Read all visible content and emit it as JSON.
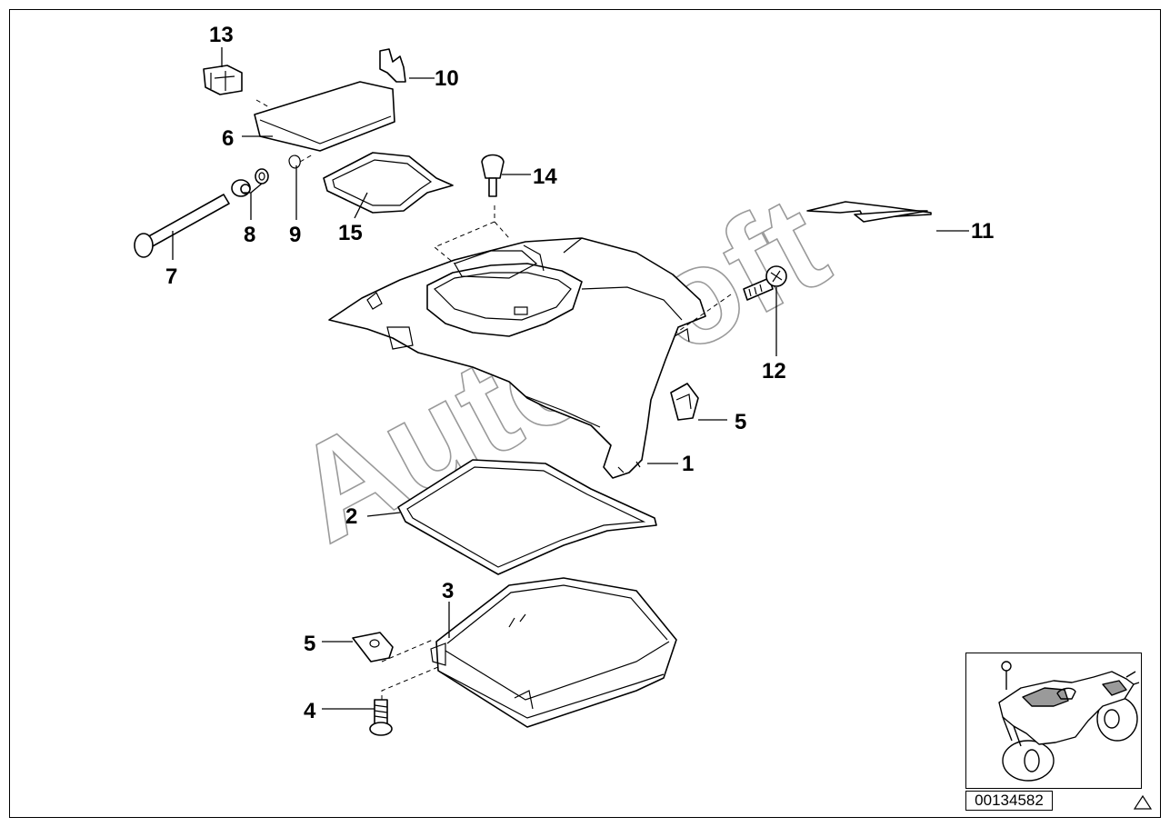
{
  "watermark": "AutoSoft",
  "diagram_number": "00134582",
  "callouts": {
    "c1": "1",
    "c2": "2",
    "c3": "3",
    "c4": "4",
    "c5a": "5",
    "c5b": "5",
    "c6": "6",
    "c7": "7",
    "c8": "8",
    "c9": "9",
    "c10": "10",
    "c11": "11",
    "c12": "12",
    "c13": "13",
    "c14": "14",
    "c15": "15"
  },
  "icons": {
    "inset": "motorcycle-icon",
    "corner": "warning-triangle-icon"
  }
}
